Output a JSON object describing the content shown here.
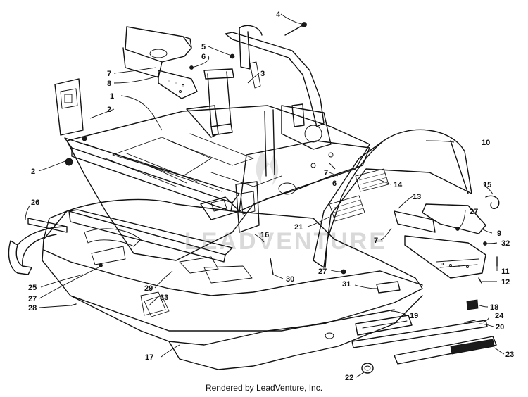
{
  "footer": {
    "text": "Rendered by LeadVenture, Inc."
  },
  "watermark": {
    "text": "LEADVENTURE",
    "icon": "flame-icon"
  },
  "callouts": {
    "c1": "1",
    "c2a": "2",
    "c2b": "2",
    "c3": "3",
    "c4": "4",
    "c5": "5",
    "c6a": "6",
    "c6b": "6",
    "c7a": "7",
    "c7b": "7",
    "c7c": "7",
    "c8": "8",
    "c9": "9",
    "c10": "10",
    "c11": "11",
    "c12": "12",
    "c13": "13",
    "c14": "14",
    "c15": "15",
    "c16": "16",
    "c17": "17",
    "c18": "18",
    "c19": "19",
    "c20": "20",
    "c21": "21",
    "c22": "22",
    "c23": "23",
    "c24": "24",
    "c25": "25",
    "c26": "26",
    "c27a": "27",
    "c27b": "27",
    "c27c": "27",
    "c28": "28",
    "c29": "29",
    "c30": "30",
    "c31": "31",
    "c32": "32",
    "c33": "33"
  }
}
